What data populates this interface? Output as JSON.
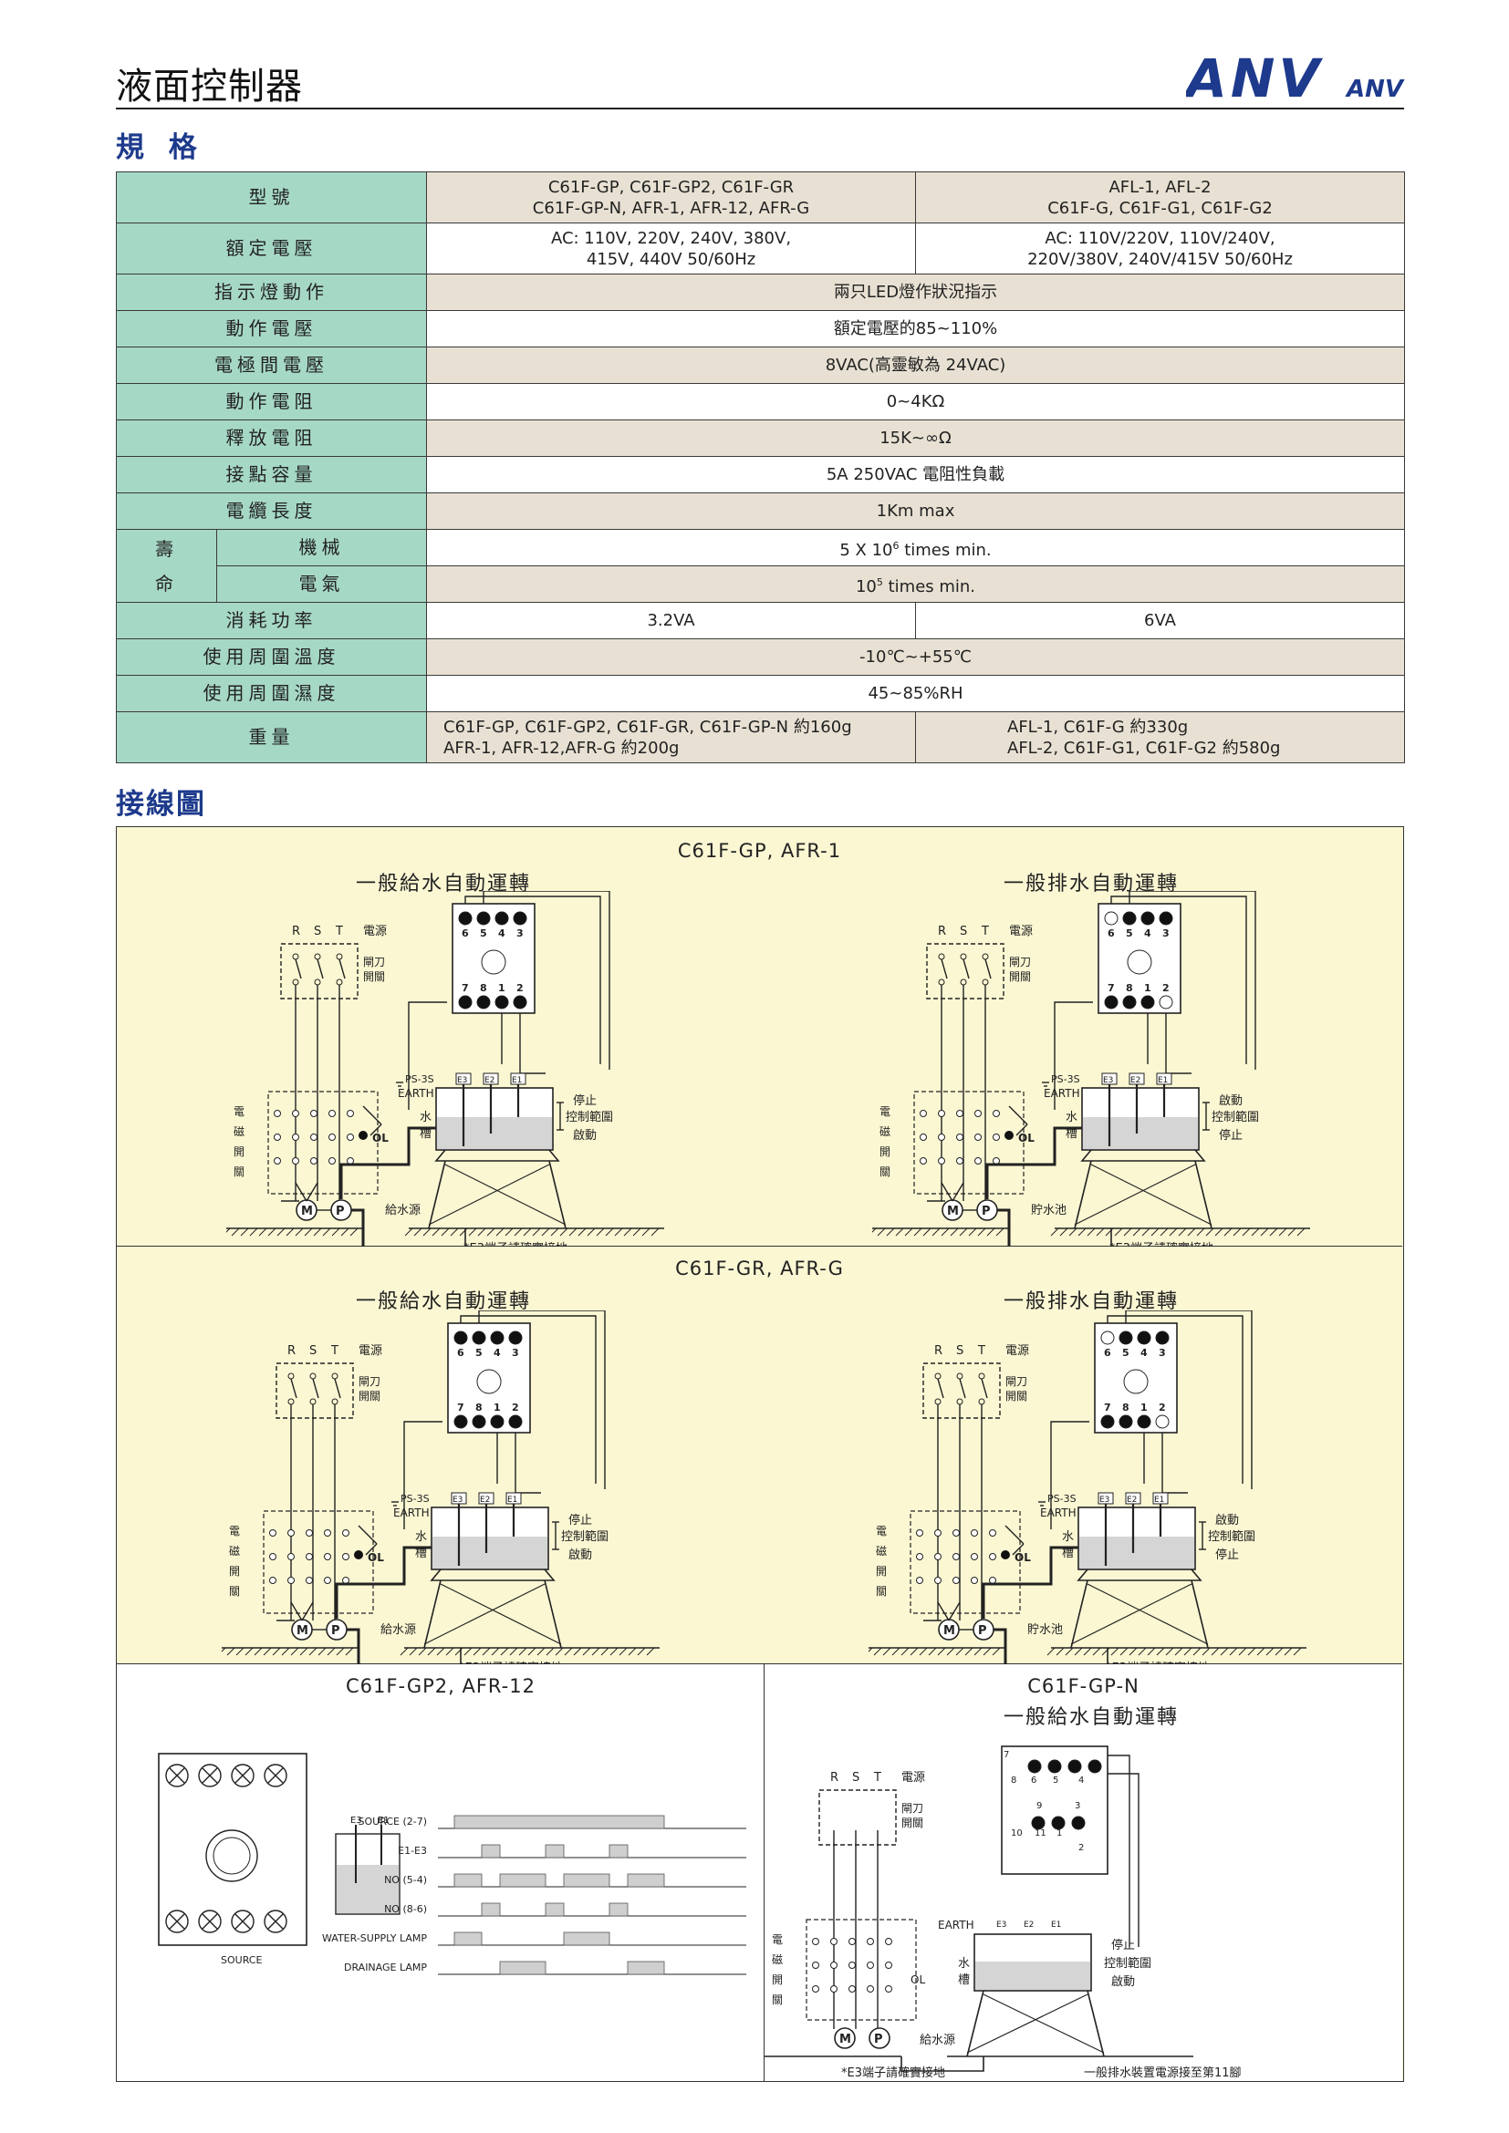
{
  "header": {
    "title": "液面控制器",
    "brand_main": "ANV",
    "brand_small": "ANV"
  },
  "sections": {
    "spec_heading": "規 格",
    "wiring_heading": "接線圖"
  },
  "spec_table": {
    "model_label": "型號",
    "model_col1": [
      "C61F-GP, C61F-GP2, C61F-GR",
      "C61F-GP-N, AFR-1, AFR-12, AFR-G"
    ],
    "model_col2": [
      "AFL-1, AFL-2",
      "C61F-G, C61F-G1, C61F-G2"
    ],
    "voltage_label": "額定電壓",
    "voltage_col1": [
      "AC: 110V, 220V, 240V, 380V,",
      "415V, 440V  50/60Hz"
    ],
    "voltage_col2": [
      "AC: 110V/220V, 110V/240V,",
      "220V/380V, 240V/415V  50/60Hz"
    ],
    "indicator_label": "指示燈動作",
    "indicator_value": "兩只LED燈作狀況指示",
    "op_voltage_label": "動作電壓",
    "op_voltage_value": "額定電壓的85~110%",
    "electrode_label": "電極間電壓",
    "electrode_value": "8VAC(高靈敏為 24VAC)",
    "op_resist_label": "動作電阻",
    "op_resist_value": "0~4KΩ",
    "release_label": "釋放電阻",
    "release_value": "15K~∞Ω",
    "contact_label": "接點容量",
    "contact_value": "5A 250VAC 電阻性負載",
    "cable_label": "電纜長度",
    "cable_value": "1Km max",
    "life_label_1": "壽",
    "life_label_2": "命",
    "mech_label": "機械",
    "mech_prefix": "5 X 10",
    "mech_exp": "6",
    "mech_suffix": " times min.",
    "elec_label": "電氣",
    "elec_prefix": "10",
    "elec_exp": "5",
    "elec_suffix": " times min.",
    "power_label": "消耗功率",
    "power_col1": "3.2VA",
    "power_col2": "6VA",
    "temp_label": "使用周圍溫度",
    "temp_value": "-10℃~+55℃",
    "humid_label": "使用周圍濕度",
    "humid_value": "45~85%RH",
    "weight_label": "重量",
    "weight_col1": [
      "C61F-GP, C61F-GP2, C61F-GR, C61F-GP-N 約160g",
      "AFR-1, AFR-12,AFR-G 約200g"
    ],
    "weight_col2": [
      "AFL-1, C61F-G  約330g",
      "AFL-2, C61F-G1, C61F-G2 約580g"
    ]
  },
  "wiring": {
    "panel1_title": "C61F-GP, AFR-1",
    "panel2_title": "C61F-GR, AFR-G",
    "panel3_title": "C61F-GP2, AFR-12",
    "panel4_title": "C61F-GP-N",
    "supply_title": "一般給水自動運轉",
    "drain_title": "一般排水自動運轉",
    "labels": {
      "rst": [
        "R",
        "S",
        "T"
      ],
      "power": "電源",
      "knife": [
        "閘刀",
        "開關"
      ],
      "magnetic": [
        "電",
        "磁",
        "開",
        "關"
      ],
      "ps": "PS-3S",
      "earth": "EARTH",
      "e3": "E3",
      "e2": "E2",
      "e1": "E1",
      "stop": "停止",
      "start": "啟動",
      "control_range": "控制範圍",
      "tank": [
        "水",
        "槽"
      ],
      "ol": "OL",
      "motor": "M",
      "pump": "P",
      "supply_source": "給水源",
      "reservoir": "貯水池",
      "note": "*E3端子請確實接地",
      "pins_top": [
        "6",
        "5",
        "4",
        "3"
      ],
      "pins_bottom": [
        "7",
        "8",
        "1",
        "2"
      ]
    },
    "timing": {
      "rows": [
        "SOURCE (2-7)",
        "E1-E3",
        "NO (5-4)",
        "NO (8-6)",
        "WATER-SUPPLY LAMP",
        "DRAINAGE LAMP"
      ],
      "source": "SOURCE"
    },
    "gpn": {
      "note_left": "*E3端子請確實接地",
      "note_right": "一般排水裝置電源接至第11腳",
      "pins": [
        "7",
        "8",
        "6",
        "5",
        "4",
        "9",
        "3",
        "10",
        "11",
        "1",
        "2"
      ]
    }
  }
}
